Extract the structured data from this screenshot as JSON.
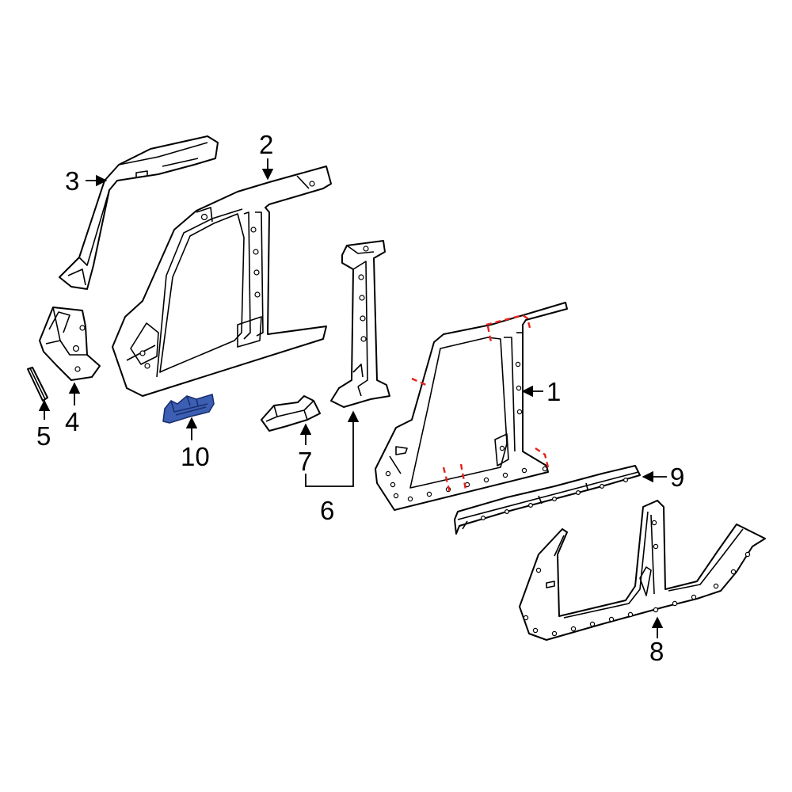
{
  "callouts": {
    "c1": "1",
    "c2": "2",
    "c3": "3",
    "c4": "4",
    "c5": "5",
    "c6": "6",
    "c7": "7",
    "c8": "8",
    "c9": "9",
    "c10": "10"
  },
  "colors": {
    "highlight_part": "#3c5fb4",
    "cut_line": "#e4221b",
    "line": "#000000",
    "background": "#ffffff"
  }
}
